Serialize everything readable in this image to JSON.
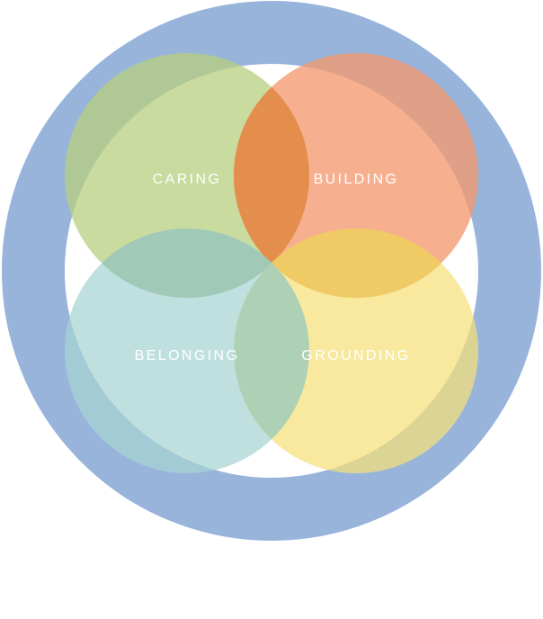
{
  "diagram": {
    "petals": [
      {
        "id": "caring",
        "label": "CARING",
        "color": "#c2d58f"
      },
      {
        "id": "building",
        "label": "BUILDING",
        "color": "#f4a47e"
      },
      {
        "id": "belonging",
        "label": "BELONGING",
        "color": "#b5dada"
      },
      {
        "id": "grounding",
        "label": "GROUNDING",
        "color": "#f6e690"
      }
    ],
    "ring_color": "#7ea1d2",
    "overlap_colors": {
      "caring_building": "#e58c4a",
      "building_grounding": "#f0c968",
      "caring_belonging": "#9ec9b8",
      "belonging_grounding": "#a7d1bb"
    }
  }
}
